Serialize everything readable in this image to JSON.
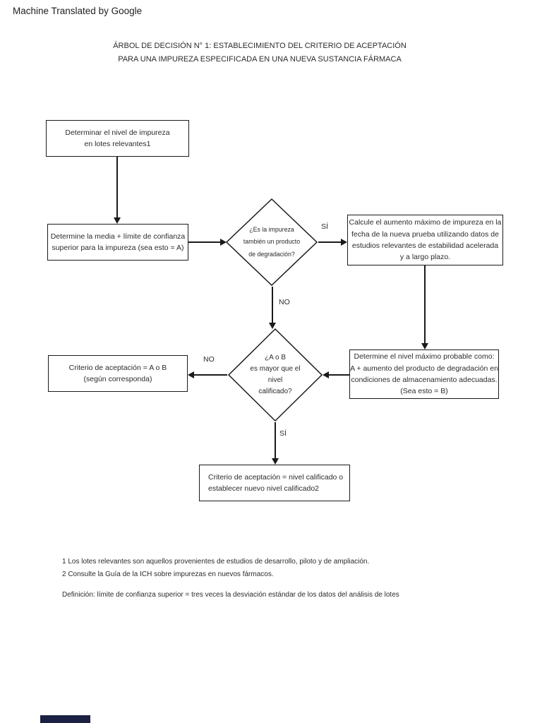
{
  "header": {
    "watermark": "Machine Translated by Google"
  },
  "title": {
    "line1": "ÁRBOL DE DECISIÓN N° 1: ESTABLECIMIENTO DEL CRITERIO DE ACEPTACIÓN",
    "line2": "PARA UNA IMPUREZA ESPECIFICADA EN UNA NUEVA SUSTANCIA FÁRMACA"
  },
  "flowchart": {
    "box_determine_level": {
      "lines": [
        "Determinar el nivel de impureza",
        "en lotes relevantes1"
      ]
    },
    "box_mean_confidence": {
      "lines": [
        "Determine la media + límite de confianza",
        "superior para la impureza (sea esto = A)"
      ]
    },
    "diamond_degradation": {
      "lines": [
        "¿Es la impureza",
        "también un producto",
        "de degradación?"
      ]
    },
    "box_calculate_increase": {
      "lines": [
        "Calcule el aumento máximo de impureza en la",
        "fecha de la nueva prueba utilizando datos de",
        "estudios relevantes de estabilidad acelerada",
        "y a largo plazo."
      ]
    },
    "box_max_probable_level": {
      "lines": [
        "Determine el nivel máximo probable como:",
        "A + aumento del producto de degradación en",
        "condiciones de almacenamiento adecuadas.",
        "(Sea esto = B)"
      ]
    },
    "diamond_greater_than_qualified": {
      "lines": [
        "¿A o B",
        "es mayor que el",
        "nivel",
        "calificado?"
      ]
    },
    "box_criterion_a_or_b": {
      "lines": [
        "Criterio de aceptación = A o B",
        "(según corresponda)"
      ]
    },
    "box_criterion_qualified": {
      "lines": [
        "Criterio de aceptación = nivel calificado o",
        "establecer nuevo nivel calificado2"
      ]
    },
    "labels": {
      "yes_degradation": "SÍ",
      "no_degradation": "NO",
      "no_greater": "NO",
      "yes_greater": "SÍ"
    }
  },
  "footnotes": {
    "note1": "1 Los lotes relevantes son aquellos provenientes de estudios de desarrollo, piloto y de ampliación.",
    "note2": "2 Consulte la Guía de la ICH sobre impurezas en nuevos fármacos.",
    "definition": "Definición: límite de confianza superior = tres veces la desviación estándar de los datos del análisis de lotes"
  },
  "colors": {
    "line": "#1a1a1a",
    "text": "#2b2b2b",
    "bottom_bar": "#1b2142"
  }
}
